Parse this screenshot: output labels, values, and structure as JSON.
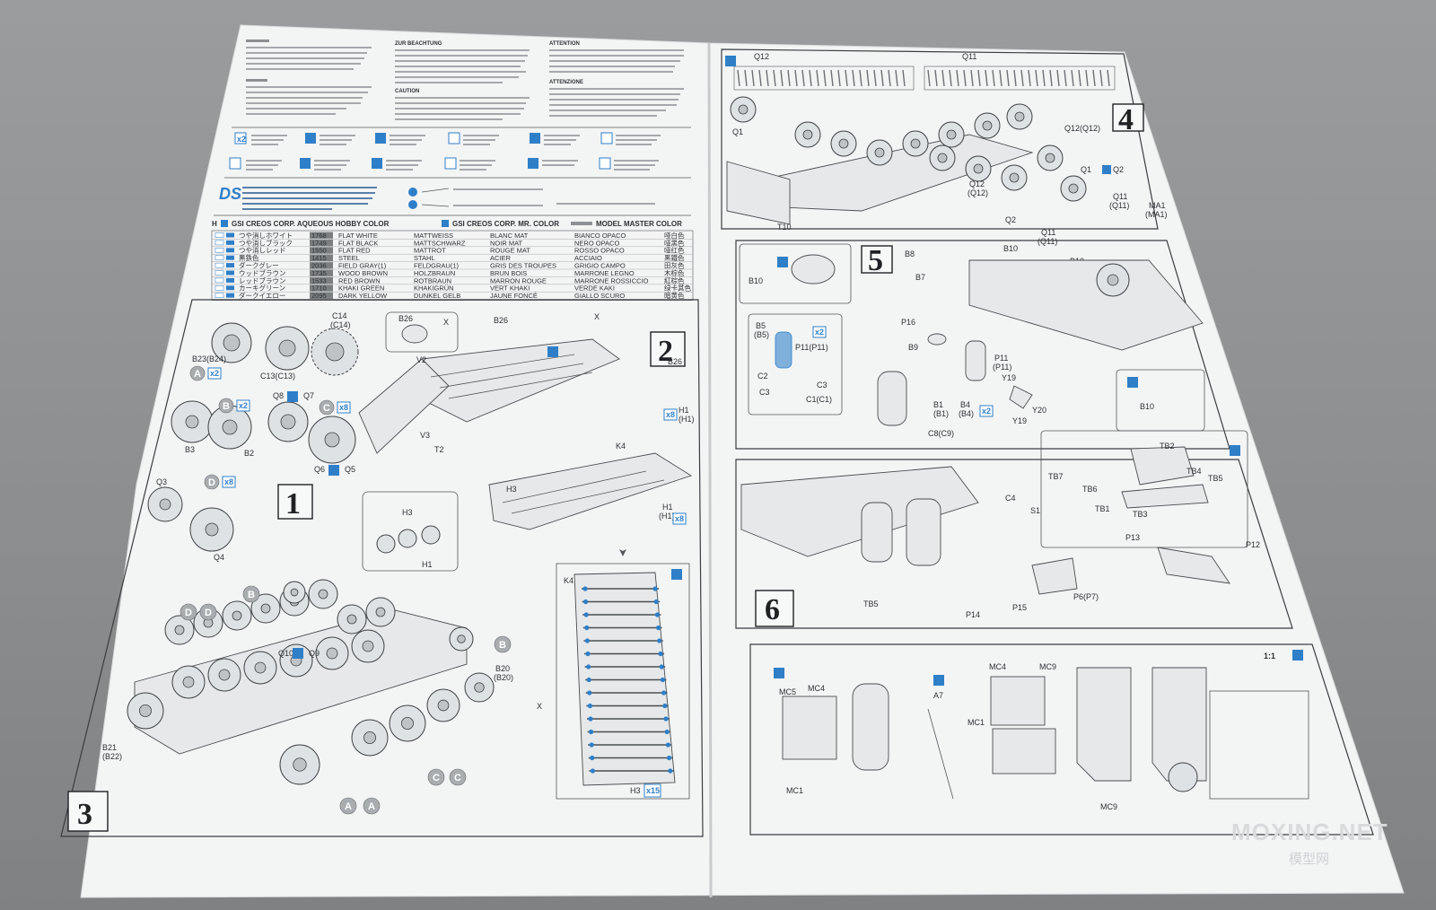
{
  "steps": [
    "1",
    "2",
    "3",
    "4",
    "5",
    "6"
  ],
  "color_table": {
    "header": {
      "aqueous": "GSI CREOS CORP. AQUEOUS HOBBY COLOR",
      "mr": "GSI CREOS CORP. MR. COLOR",
      "master": "MODEL MASTER COLOR"
    },
    "rows": [
      {
        "jp": "つや消しホワイト",
        "code": "1768",
        "en": "FLAT WHITE",
        "de": "MATTWEISS",
        "fr": "BLANC MAT",
        "it": "BIANCO OPACO",
        "cn": "哑白色"
      },
      {
        "jp": "つや消しブラック",
        "code": "1749",
        "en": "FLAT BLACK",
        "de": "MATTSCHWARZ",
        "fr": "NOIR MAT",
        "it": "NERO OPACO",
        "cn": "哑黑色"
      },
      {
        "jp": "つや消しレッド",
        "code": "1550",
        "en": "FLAT RED",
        "de": "MATTROT",
        "fr": "ROUGE MAT",
        "it": "ROSSO OPACO",
        "cn": "哑红色"
      },
      {
        "jp": "黒鉄色",
        "code": "1415",
        "en": "STEEL",
        "de": "STAHL",
        "fr": "ACIER",
        "it": "ACCIAIO",
        "cn": "黑鐵色"
      },
      {
        "jp": "ダークグレー",
        "code": "2036",
        "en": "FIELD GRAY(1)",
        "de": "FELDGRAU(1)",
        "fr": "GRIS DES TROUPES",
        "it": "GRIGIO CAMPO",
        "cn": "田灰色"
      },
      {
        "jp": "ウッドブラウン",
        "code": "1735",
        "en": "WOOD BROWN",
        "de": "HOLZBRAUN",
        "fr": "BRUN BOIS",
        "it": "MARRONE LEGNO",
        "cn": "木棕色"
      },
      {
        "jp": "レッドブラウン",
        "code": "1533",
        "en": "RED BROWN",
        "de": "ROTBRAUN",
        "fr": "MARRON ROUGE",
        "it": "MARRONE ROSSICCIO",
        "cn": "紅棕色"
      },
      {
        "jp": "カーキグリーン",
        "code": "1710",
        "en": "KHAKI GREEN",
        "de": "KHAKIGRÜN",
        "fr": "VERT KHAKI",
        "it": "VERDE KAKI",
        "cn": "绿卡其色"
      },
      {
        "jp": "ダークイエロー",
        "code": "2095",
        "en": "DARK YELLOW",
        "de": "DUNKEL GELB",
        "fr": "JAUNE FONCÉ",
        "it": "GIALLO SCURO",
        "cn": "暗黄色"
      }
    ]
  },
  "notes": {
    "zur": "ZUR BEACHTUNG",
    "attention": "ATTENTION",
    "caution": "CAUTION",
    "attenzione": "ATTENZIONE"
  },
  "labels": {
    "step1": [
      "C14",
      "(C14)",
      "B23(B24)",
      "C13(C13)",
      "B3",
      "B2",
      "Q8",
      "Q7",
      "Q6",
      "Q5",
      "Q3",
      "Q4"
    ],
    "step2": [
      "B26",
      "X",
      "B26",
      "V2",
      "T2",
      "V3",
      "H1",
      "(H1)",
      "K4",
      "H3",
      "H1",
      "H1",
      "(H1)"
    ],
    "step2b": [
      "K4",
      "X",
      "H3"
    ],
    "step3": [
      "Q10",
      "Q9",
      "B20",
      "(B20)",
      "B21",
      "(B22)"
    ],
    "step4": [
      "Q12",
      "Q11",
      "Q1",
      "T10",
      "Q12(Q12)",
      "Q1",
      "Q2",
      "Q11",
      "(Q11)",
      "MA1",
      "(MA1)",
      "Q2",
      "Q12",
      "(Q12)",
      "Q11",
      "(Q11)"
    ],
    "step5": [
      "B8",
      "B7",
      "B10",
      "B10",
      "B10",
      "B5",
      "(B5)",
      "P11(P11)",
      "C2",
      "C3",
      "C3",
      "C1(C1)",
      "P16",
      "B9",
      "P11",
      "(P11)",
      "Y19",
      "Y19",
      "Y20",
      "B1",
      "(B1)",
      "B4",
      "(B4)",
      "C8(C9)",
      "B10"
    ],
    "step6": [
      "C4",
      "S1",
      "TB2",
      "TB7",
      "TB4",
      "TB5",
      "TB6",
      "TB1",
      "TB3",
      "P13",
      "P12",
      "P15",
      "P6(P7)",
      "TB5",
      "P14"
    ],
    "step7": [
      "MC5",
      "MC4",
      "MC4",
      "MC9",
      "A7",
      "MC1",
      "MC1",
      "MC9"
    ]
  },
  "multipliers": {
    "x2": "x2",
    "x8": "x8",
    "x15": "x15"
  },
  "scale": "1:1",
  "letter_badges": [
    "A",
    "B",
    "C",
    "D",
    "D",
    "D",
    "B",
    "B",
    "C",
    "C",
    "A",
    "A"
  ],
  "watermark": {
    "main": "MOXING.NET",
    "sub": "模型网"
  },
  "colors": {
    "accent_blue": "#2f7fc8",
    "paper": "#f3f4f4",
    "ink": "#2e3134",
    "background": "#8f9193"
  }
}
